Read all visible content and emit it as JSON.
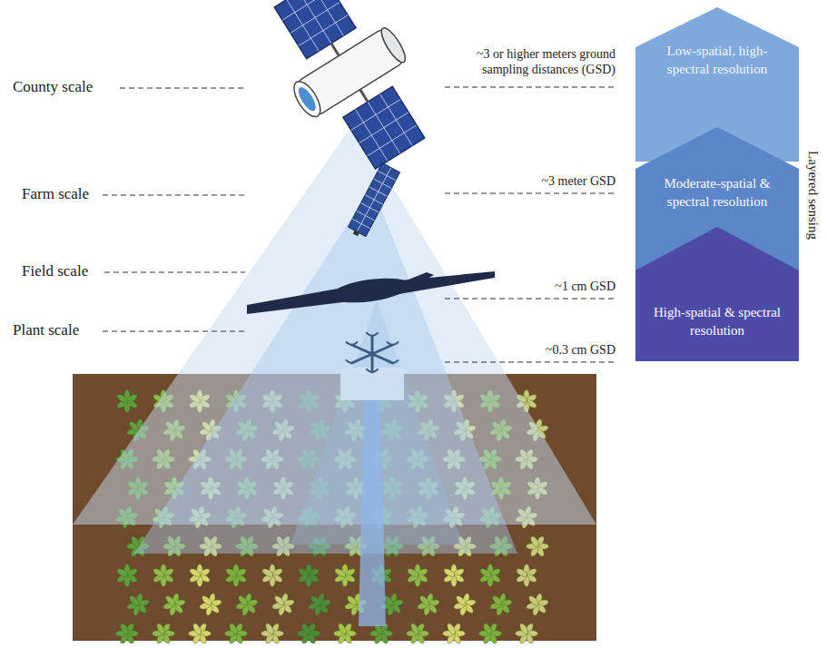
{
  "diagram": {
    "nodes": [
      {
        "text": [
          "Low-spatial, high-spectral resolution"
        ]
      },
      {
        "text": [
          "Moderate-spatial & spectral resolution"
        ]
      },
      {
        "text": [
          "High-spatial & spectral resolution"
        ]
      }
    ],
    "labels": [
      "County scale",
      "Farm scale",
      "Field scale",
      "Plant scale",
      "~3 or higher meters ground sampling distances (GSD)",
      "~3 meter GSD",
      "~1 cm GSD",
      "~0.3 cm GSD",
      "Layered sensing"
    ]
  }
}
